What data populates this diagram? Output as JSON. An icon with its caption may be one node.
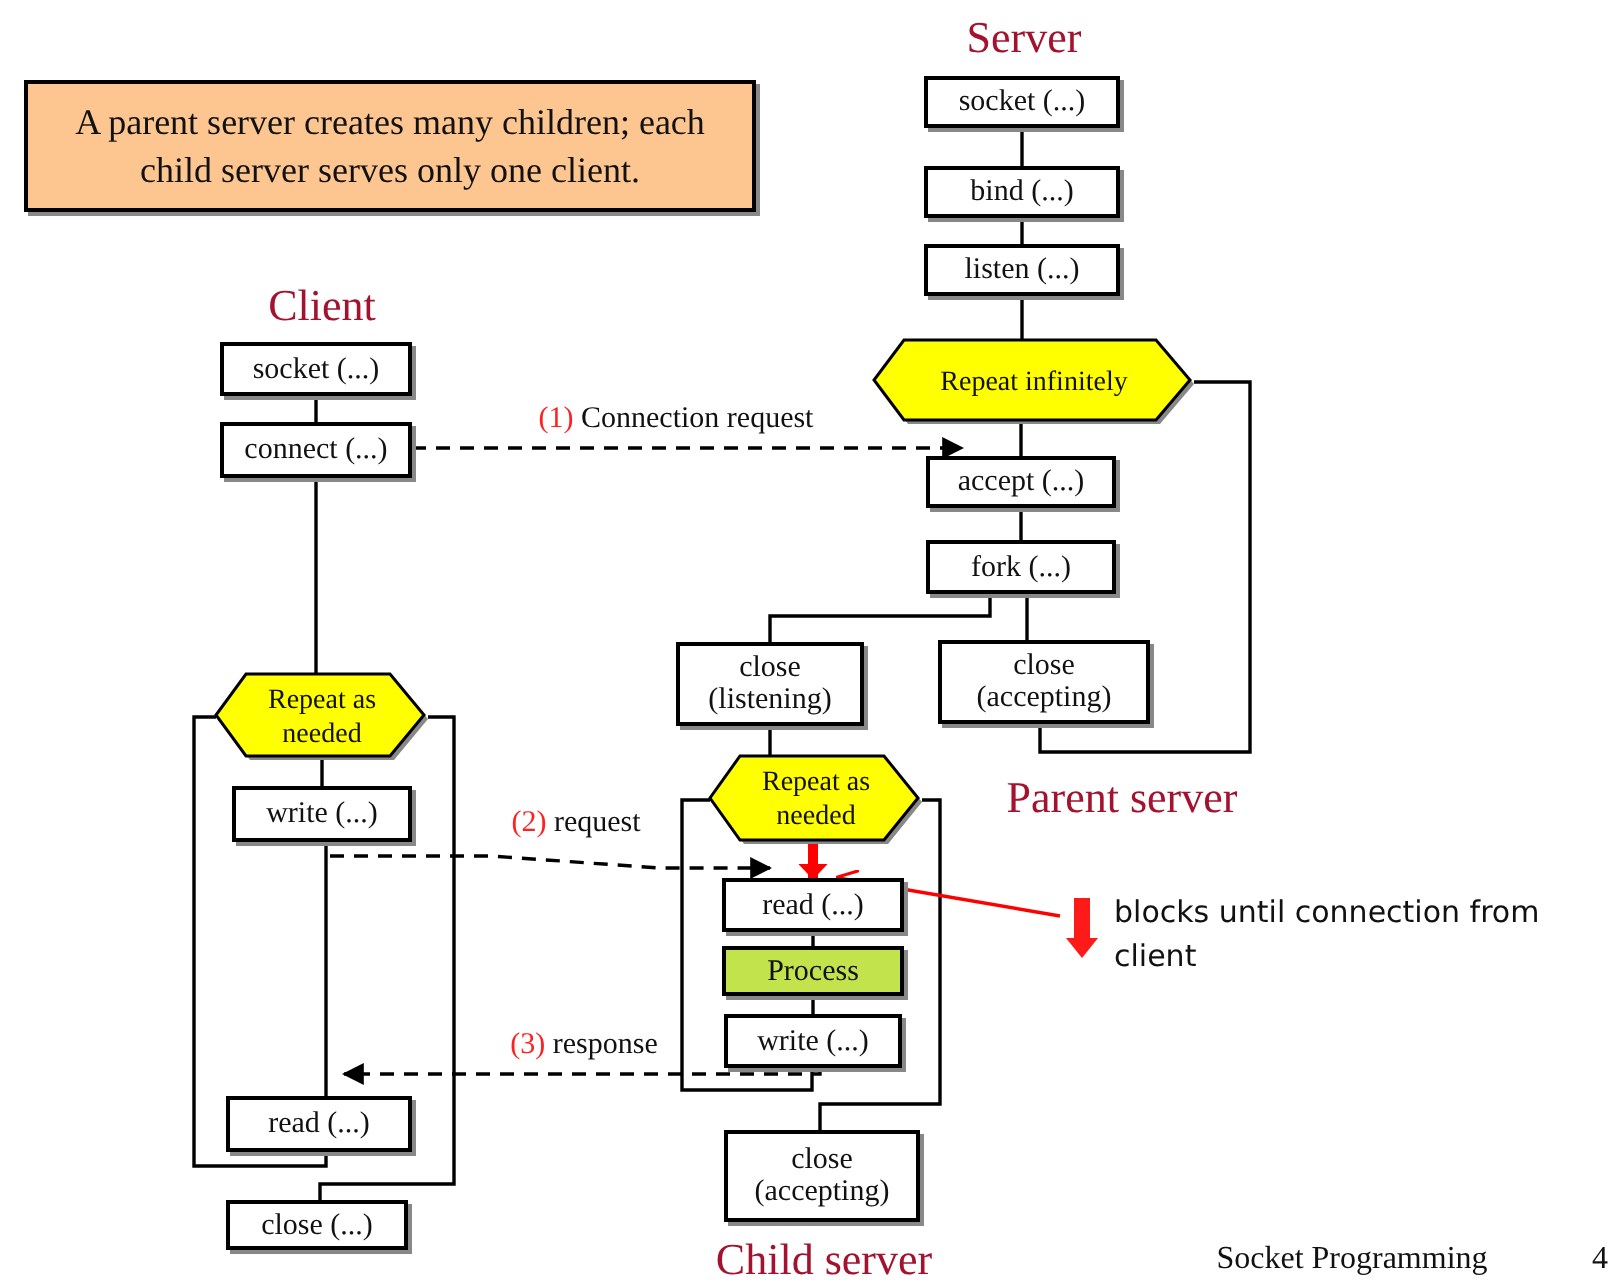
{
  "diagram": {
    "nodes": [
      {
        "text": [
          "A parent server creates many children; each child server serves only one client."
        ]
      },
      {
        "text": [
          "socket (...)"
        ]
      },
      {
        "text": [
          "bind (...)"
        ]
      },
      {
        "text": [
          "listen (...)"
        ]
      },
      {
        "text": [
          "Repeat infinitely"
        ]
      },
      {
        "text": [
          "accept (...)"
        ]
      },
      {
        "text": [
          "fork (...)"
        ]
      },
      {
        "text": [
          "close (listening)"
        ]
      },
      {
        "text": [
          "close (accepting)"
        ]
      },
      {
        "text": [
          "socket (...)"
        ]
      },
      {
        "text": [
          "connect (...)"
        ]
      },
      {
        "text": [
          "Repeat as needed"
        ]
      },
      {
        "text": [
          "write (...)"
        ]
      },
      {
        "text": [
          "read (...)"
        ]
      },
      {
        "text": [
          "close (...)"
        ]
      },
      {
        "text": [
          "Repeat as needed"
        ]
      },
      {
        "text": [
          "read (...)"
        ]
      },
      {
        "text": [
          "Process"
        ]
      },
      {
        "text": [
          "write (...)"
        ]
      },
      {
        "text": [
          "close (accepting)"
        ]
      },
      {
        "text": [
          "blocks until connection from client"
        ]
      }
    ],
    "edges": [
      {
        "from": 1,
        "to": 2,
        "arrow": "none"
      },
      {
        "from": 2,
        "to": 3,
        "arrow": "none"
      },
      {
        "from": 3,
        "to": 4,
        "arrow": "none"
      },
      {
        "from": 4,
        "to": 5,
        "arrow": "none"
      },
      {
        "from": 5,
        "to": 6,
        "arrow": "none"
      },
      {
        "from": 6,
        "to": 7,
        "arrow": "none"
      },
      {
        "from": 6,
        "to": 8,
        "arrow": "none"
      },
      {
        "from": 8,
        "to": 4,
        "arrow": "none"
      },
      {
        "from": 9,
        "to": 10,
        "arrow": "none"
      },
      {
        "from": 10,
        "to": 11,
        "arrow": "none"
      },
      {
        "from": 11,
        "to": 12,
        "arrow": "none"
      },
      {
        "from": 12,
        "to": 13,
        "arrow": "none"
      },
      {
        "from": 13,
        "to": 11,
        "arrow": "none"
      },
      {
        "from": 11,
        "to": 14,
        "arrow": "none"
      },
      {
        "from": 7,
        "to": 15,
        "arrow": "none"
      },
      {
        "from": 15,
        "to": 16,
        "arrow": "to",
        "style": "thick",
        "color": "#ff0000"
      },
      {
        "from": 16,
        "to": 17,
        "arrow": "none"
      },
      {
        "from": 17,
        "to": 18,
        "arrow": "none"
      },
      {
        "from": 18,
        "to": 15,
        "arrow": "none"
      },
      {
        "from": 15,
        "to": 19,
        "arrow": "none"
      },
      {
        "from": 10,
        "to": 5,
        "arrow": "to",
        "label": "(1) Connection request",
        "style": "dashed"
      },
      {
        "from": 12,
        "to": 16,
        "arrow": "to",
        "label": "(2) request",
        "style": "dashed"
      },
      {
        "from": 18,
        "to": 13,
        "arrow": "to",
        "label": "(3) response",
        "style": "dashed"
      },
      {
        "from": 20,
        "to": 16,
        "arrow": "to",
        "color": "#ff0000"
      }
    ],
    "labels": [
      "Server",
      "Client",
      "Parent server",
      "Child server",
      "Socket Programming",
      "4"
    ]
  }
}
